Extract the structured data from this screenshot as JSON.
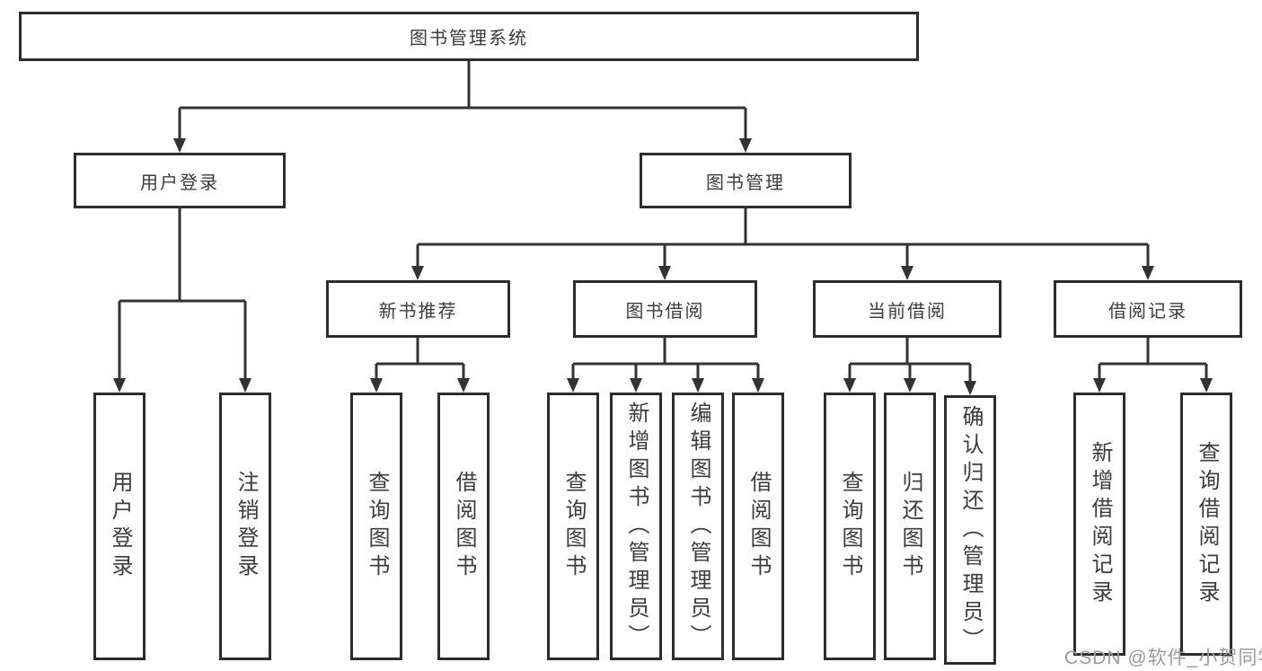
{
  "tree": {
    "root": {
      "label": "图书管理系统",
      "children": [
        {
          "label": "用户登录",
          "children": [
            {
              "label": "用户登录"
            },
            {
              "label": "注销登录"
            }
          ]
        },
        {
          "label": "图书管理",
          "children": [
            {
              "label": "新书推荐",
              "children": [
                {
                  "label": "查询图书"
                },
                {
                  "label": "借阅图书"
                }
              ]
            },
            {
              "label": "图书借阅",
              "children": [
                {
                  "label": "查询图书"
                },
                {
                  "label": "新增图书（管理员）"
                },
                {
                  "label": "编辑图书（管理员）"
                },
                {
                  "label": "借阅图书"
                }
              ]
            },
            {
              "label": "当前借阅",
              "children": [
                {
                  "label": "查询图书"
                },
                {
                  "label": "归还图书"
                },
                {
                  "label": "确认归还（管理员）"
                }
              ]
            },
            {
              "label": "借阅记录",
              "children": [
                {
                  "label": "新增借阅记录"
                },
                {
                  "label": "查询借阅记录"
                }
              ]
            }
          ]
        }
      ]
    }
  },
  "watermark": {
    "text": "CSDN @软件_小贺同学"
  },
  "colors": {
    "line": "#333333",
    "box_border": "#2d2d2d",
    "text": "#3c3c3c",
    "watermark_text": "#9b9b9b",
    "background": "#ffffff"
  }
}
